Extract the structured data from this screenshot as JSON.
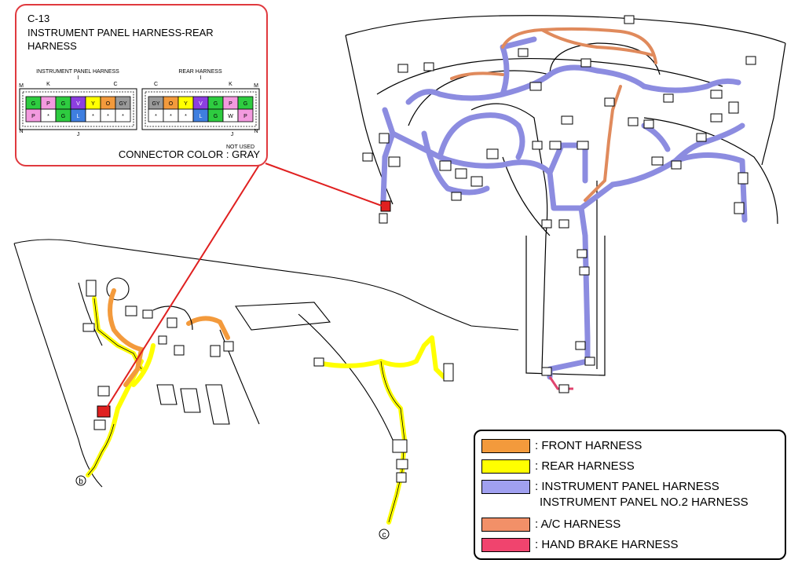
{
  "connector": {
    "id": "C-13",
    "title": "INSTRUMENT PANEL HARNESS-REAR HARNESS",
    "left_label": "INSTRUMENT PANEL HARNESS",
    "right_label": "REAR HARNESS",
    "color_text": "CONNECTOR COLOR : GRAY",
    "not_used": "NOT USED",
    "left_pins": {
      "top_row": [
        "G",
        "P",
        "G",
        "V",
        "Y",
        "O",
        "GY"
      ],
      "bottom_row": [
        "P",
        "*",
        "G",
        "L",
        "*",
        "*",
        "*"
      ],
      "markers": [
        "M",
        "K",
        "I",
        "C",
        "N",
        "J"
      ]
    },
    "right_pins": {
      "top_row": [
        "GY",
        "O",
        "Y",
        "V",
        "G",
        "P",
        "G"
      ],
      "bottom_row": [
        "*",
        "*",
        "*",
        "L",
        "G",
        "W",
        "P"
      ],
      "markers": [
        "C",
        "I",
        "K",
        "M",
        "J",
        "N"
      ]
    }
  },
  "legend": [
    {
      "label": ": FRONT HARNESS",
      "color": "#f39a3c"
    },
    {
      "label": ": REAR HARNESS",
      "color": "#ffff00"
    },
    {
      "label": ": INSTRUMENT PANEL HARNESS",
      "label2": "INSTRUMENT PANEL NO.2 HARNESS",
      "color": "#a0a0f0"
    },
    {
      "label": ": A/C HARNESS",
      "color": "#f29068"
    },
    {
      "label": ": HAND BRAKE HARNESS",
      "color": "#f0446e"
    }
  ],
  "markers": {
    "b": "b",
    "c": "c"
  },
  "pin_colors": {
    "G": "#2ecc40",
    "P": "#f39adf",
    "V": "#8c3fe0",
    "Y": "#ffff00",
    "O": "#f39a3c",
    "GY": "#9a9a9a",
    "L": "#3f7fe0",
    "W": "#ffffff",
    "*": "#ffffff"
  }
}
